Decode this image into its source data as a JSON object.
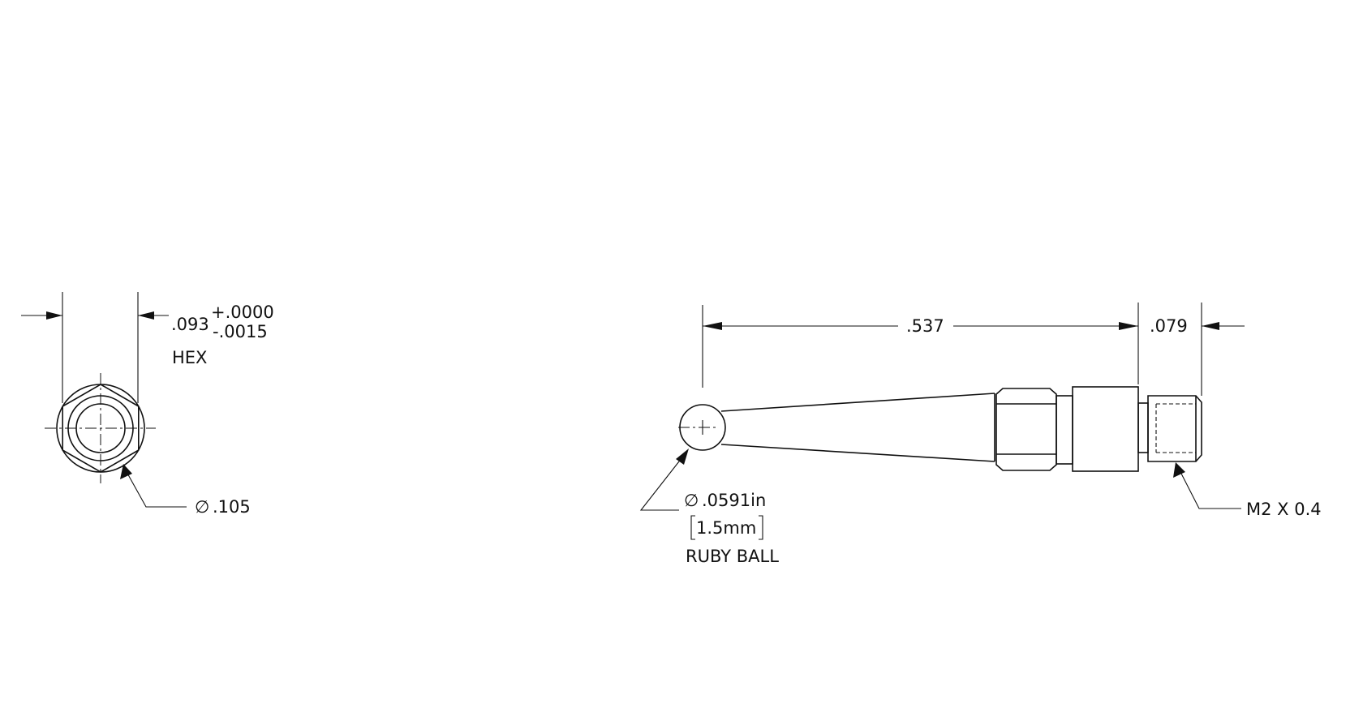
{
  "end_view": {
    "hex_dim": ".093",
    "tol_plus": "+.0000",
    "tol_minus": "-.0015",
    "hex_label": "HEX",
    "diameter_symbol": "∅",
    "diameter_value": ".105"
  },
  "side_view": {
    "length_dim": ".537",
    "thread_length_dim": ".079",
    "ball_diameter_symbol": "∅",
    "ball_diameter_value": ".0591in",
    "ball_metric": "1.5mm",
    "ball_label": "RUBY BALL",
    "thread_callout": "M2 X 0.4"
  }
}
